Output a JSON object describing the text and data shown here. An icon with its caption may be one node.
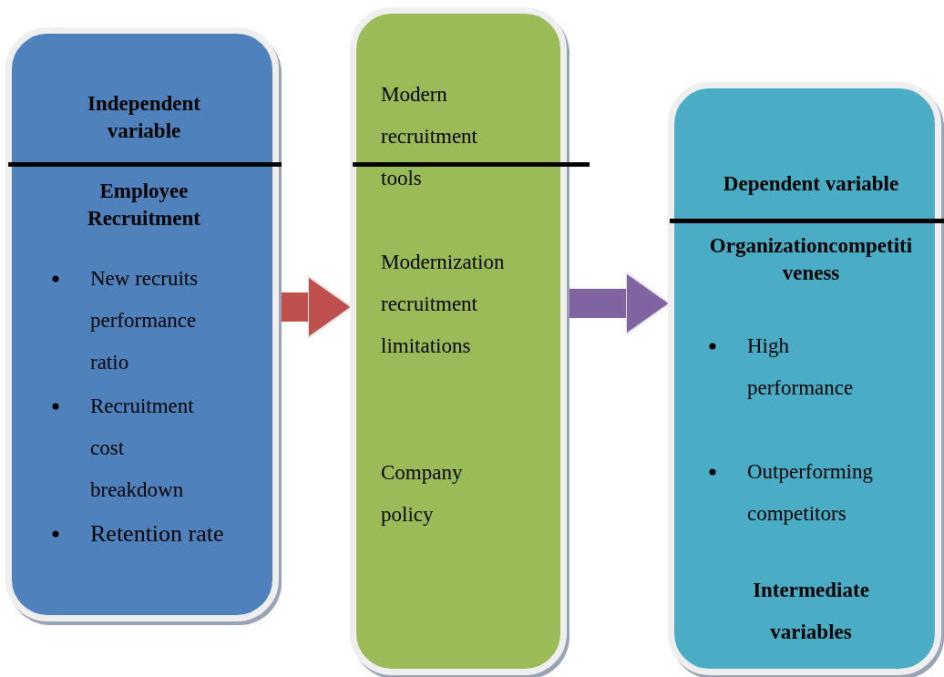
{
  "diagram": {
    "nodes": [
      {
        "text": [
          "Independent variable",
          "Employee Recruitment",
          "New recruits performance ratio",
          "Recruitment cost breakdown",
          "Retention rate"
        ]
      },
      {
        "text": [
          "Modern recruitment tools",
          "Modernization recruitment limitations",
          "Company policy"
        ]
      },
      {
        "text": [
          "Dependent variable",
          "Organizationcompetitiveness",
          "High performance",
          "Outperforming competitors",
          "Intermediate variables"
        ]
      }
    ],
    "edges": [
      {
        "from": 0,
        "to": 1,
        "arrow": "to",
        "color": "#c0504d"
      },
      {
        "from": 1,
        "to": 2,
        "arrow": "to",
        "color": "#8064a2"
      }
    ]
  }
}
